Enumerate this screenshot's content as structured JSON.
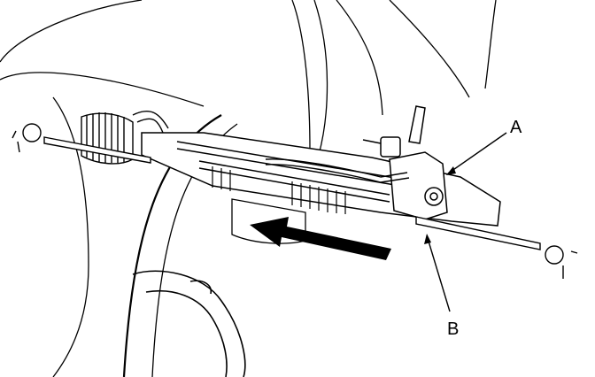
{
  "figure": {
    "callouts": [
      {
        "id": "A",
        "label": "A"
      },
      {
        "id": "B",
        "label": "B"
      }
    ],
    "arrow_direction": "left",
    "colors": {
      "line": "#000000",
      "background": "#ffffff"
    }
  }
}
